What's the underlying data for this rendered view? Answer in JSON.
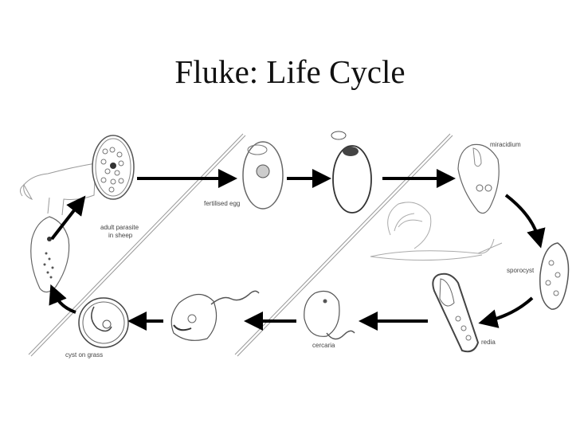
{
  "title": "Fluke: Life Cycle",
  "stages": [
    {
      "id": "adult-parasite",
      "label_line1": "adult parasite",
      "label_line2": "in sheep"
    },
    {
      "id": "fertilised-egg",
      "label": "fertilised egg"
    },
    {
      "id": "hatching-egg",
      "label": ""
    },
    {
      "id": "miracidium",
      "label": "miracidium"
    },
    {
      "id": "sporocyst",
      "label": "sporocyst"
    },
    {
      "id": "redia",
      "label": "redia"
    },
    {
      "id": "cercaria",
      "label": "cercaria"
    },
    {
      "id": "encysting-cercaria",
      "label": ""
    },
    {
      "id": "cyst-on-grass",
      "label": "cyst on grass"
    }
  ],
  "hosts": [
    "sheep",
    "snail"
  ]
}
